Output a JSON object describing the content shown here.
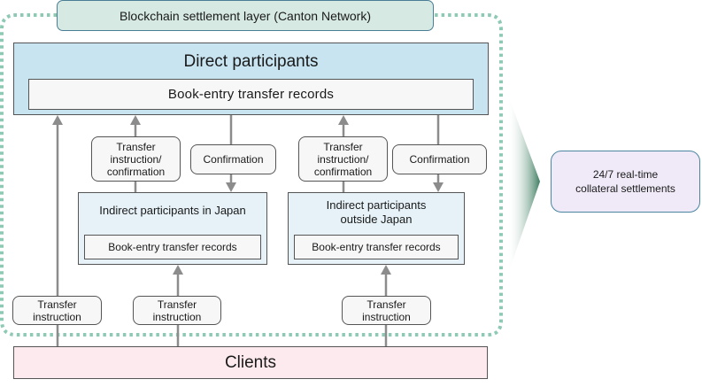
{
  "diagram": {
    "settlement_layer_label": "Blockchain settlement layer (Canton Network)",
    "direct_participants": {
      "title": "Direct participants",
      "records": "Book-entry transfer records"
    },
    "japan_group": {
      "up_label": "Transfer instruction/ confirmation",
      "up_label_lines": [
        "Transfer",
        "instruction/",
        "confirmation"
      ],
      "down_label": "Confirmation",
      "box_title": "Indirect participants in Japan",
      "records": "Book-entry transfer records"
    },
    "outside_group": {
      "up_label_lines": [
        "Transfer",
        "instruction/",
        "confirmation"
      ],
      "down_label": "Confirmation",
      "box_title_lines": [
        "Indirect participants",
        "outside Japan"
      ],
      "records": "Book-entry transfer records"
    },
    "client_instructions": [
      {
        "lines": [
          "Transfer",
          "instruction"
        ],
        "target": "Direct participants"
      },
      {
        "lines": [
          "Transfer",
          "instruction"
        ],
        "target": "Indirect participants in Japan"
      },
      {
        "lines": [
          "Transfer",
          "instruction"
        ],
        "target": "Indirect participants outside Japan"
      }
    ],
    "clients_label": "Clients",
    "outcome_lines": [
      "24/7 real-time",
      "collateral settlements"
    ],
    "colors": {
      "settlement_layer_fill": "#d6e9e3",
      "settlement_border_dots": "#8ec9b4",
      "direct_fill": "#c8e4f0",
      "indirect_fill": "#e6f2f8",
      "clients_fill": "#fdeaee",
      "outcome_fill": "#f0eaf8",
      "arrow_gray": "#8c8c8c",
      "chevron_green": "#3f7e62"
    }
  }
}
